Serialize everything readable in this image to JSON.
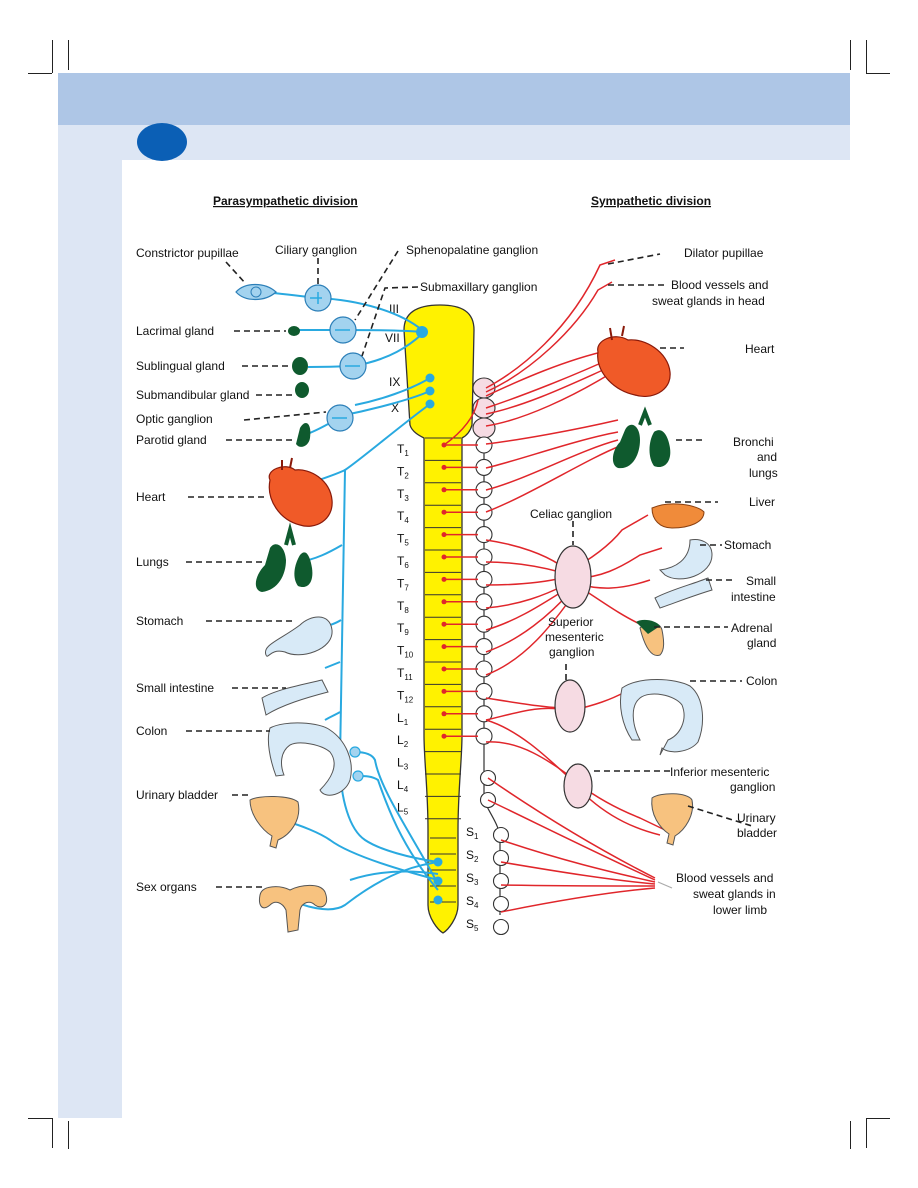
{
  "headers": {
    "left": "Parasympathetic division",
    "right": "Sympathetic division"
  },
  "para_labels": {
    "constrictor": "Constrictor pupillae",
    "ciliary": "Ciliary ganglion",
    "spheno": "Sphenopalatine ganglion",
    "submax": "Submaxillary ganglion",
    "lacrimal": "Lacrimal gland",
    "sublingual": "Sublingual gland",
    "submandibular": "Submandibular gland",
    "optic": "Optic ganglion",
    "parotid": "Parotid gland",
    "heart": "Heart",
    "lungs": "Lungs",
    "stomach": "Stomach",
    "small_intestine": "Small intestine",
    "colon": "Colon",
    "bladder": "Urinary bladder",
    "sex_organs": "Sex organs"
  },
  "cranial_nerves": [
    "III",
    "VII",
    "IX",
    "X"
  ],
  "spinal_segments": [
    {
      "l": "T",
      "s": "1"
    },
    {
      "l": "T",
      "s": "2"
    },
    {
      "l": "T",
      "s": "3"
    },
    {
      "l": "T",
      "s": "4"
    },
    {
      "l": "T",
      "s": "5"
    },
    {
      "l": "T",
      "s": "6"
    },
    {
      "l": "T",
      "s": "7"
    },
    {
      "l": "T",
      "s": "8"
    },
    {
      "l": "T",
      "s": "9"
    },
    {
      "l": "T",
      "s": "10"
    },
    {
      "l": "T",
      "s": "11"
    },
    {
      "l": "T",
      "s": "12"
    },
    {
      "l": "L",
      "s": "1"
    },
    {
      "l": "L",
      "s": "2"
    },
    {
      "l": "L",
      "s": "3"
    },
    {
      "l": "L",
      "s": "4"
    },
    {
      "l": "L",
      "s": "5"
    }
  ],
  "sacral_segments": [
    {
      "l": "S",
      "s": "1"
    },
    {
      "l": "S",
      "s": "2"
    },
    {
      "l": "S",
      "s": "3"
    },
    {
      "l": "S",
      "s": "4"
    },
    {
      "l": "S",
      "s": "5"
    }
  ],
  "symp_labels": {
    "dilator": "Dilator pupillae",
    "vessels_head_1": "Blood vessels and",
    "vessels_head_2": "sweat glands in head",
    "heart": "Heart",
    "bronchi_1": "Bronchi",
    "bronchi_2": "and",
    "bronchi_3": "lungs",
    "liver": "Liver",
    "celiac": "Celiac ganglion",
    "stomach": "Stomach",
    "small_1": "Small",
    "small_2": "intestine",
    "adrenal_1": "Adrenal",
    "adrenal_2": "gland",
    "superior_1": "Superior",
    "superior_2": "mesenteric",
    "superior_3": "ganglion",
    "colon": "Colon",
    "inferior_1": "Inferior mesenteric",
    "inferior_2": "ganglion",
    "bladder_1": "Urinary",
    "bladder_2": "bladder",
    "vessels_limb_1": "Blood vessels and",
    "vessels_limb_2": "sweat glands in",
    "vessels_limb_3": "lower limb"
  },
  "colors": {
    "parasympathetic": "#29a9e0",
    "sympathetic": "#e0262b",
    "cord": "#fff200",
    "page_band": "#aec6e6",
    "page_band_light": "#dde6f4",
    "badge": "#0b5fb5"
  }
}
